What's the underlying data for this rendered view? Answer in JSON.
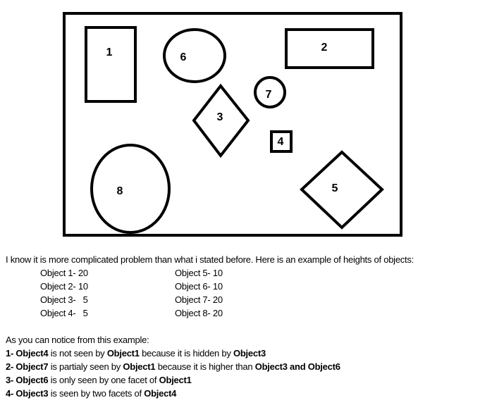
{
  "diagram": {
    "objects": [
      {
        "id": "1",
        "shape": "rectangle"
      },
      {
        "id": "2",
        "shape": "rectangle"
      },
      {
        "id": "3",
        "shape": "diamond"
      },
      {
        "id": "4",
        "shape": "square"
      },
      {
        "id": "5",
        "shape": "diamond"
      },
      {
        "id": "6",
        "shape": "circle"
      },
      {
        "id": "7",
        "shape": "circle"
      },
      {
        "id": "8",
        "shape": "circle"
      }
    ]
  },
  "intro": "I know it is more complicated problem than what i stated before. Here is an example of heights of objects:",
  "heights_col1": [
    "Object 1- 20",
    "Object 2- 10",
    "Object 3-   5",
    "Object 4-   5"
  ],
  "heights_col2": [
    "Object 5- 10",
    "Object 6- 10",
    "Object 7- 20",
    "Object 8- 20"
  ],
  "notice": "As you can notice from this example:",
  "observations": [
    [
      {
        "b": "1- Object4"
      },
      {
        "t": " is not seen by "
      },
      {
        "b": "Object1"
      },
      {
        "t": " because it is hidden by "
      },
      {
        "b": "Object3"
      }
    ],
    [
      {
        "b": "2- Object7"
      },
      {
        "t": " is partialy seen by "
      },
      {
        "b": "Object1"
      },
      {
        "t": " because it is higher than "
      },
      {
        "b": "Object3 and Object6"
      }
    ],
    [
      {
        "b": "3- Object6"
      },
      {
        "t": " is only seen by one facet of "
      },
      {
        "b": "Object1"
      }
    ],
    [
      {
        "b": "4- Object3"
      },
      {
        "t": " is seen by two facets of "
      },
      {
        "b": "Object4"
      }
    ]
  ]
}
